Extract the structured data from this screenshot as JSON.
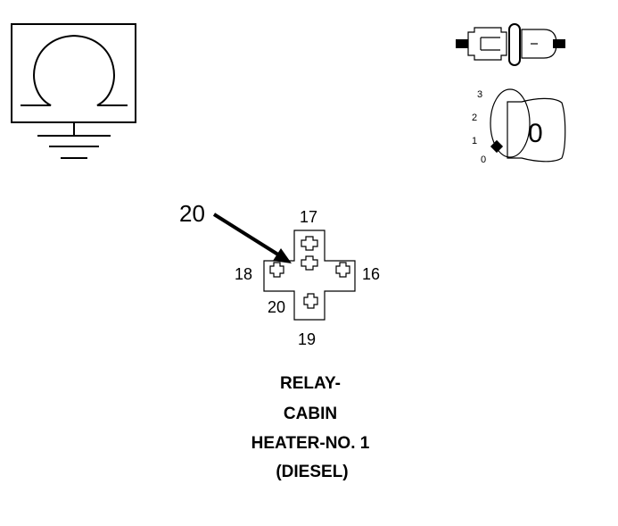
{
  "symbols": {
    "ground": {
      "icon": "omega-ground-icon"
    },
    "connector": {
      "icon": "inline-connector-icon"
    },
    "key_switch": {
      "icon": "ignition-key-switch-icon",
      "positions": [
        "3",
        "2",
        "1",
        "0"
      ],
      "key_label": "0"
    }
  },
  "relay": {
    "callout": "20",
    "pins": {
      "top": "17",
      "left": "18",
      "right": "16",
      "bottom_left": "20",
      "bottom": "19"
    }
  },
  "title": {
    "lines": [
      "RELAY-",
      "CABIN",
      "HEATER-NO. 1",
      "(DIESEL)"
    ]
  }
}
